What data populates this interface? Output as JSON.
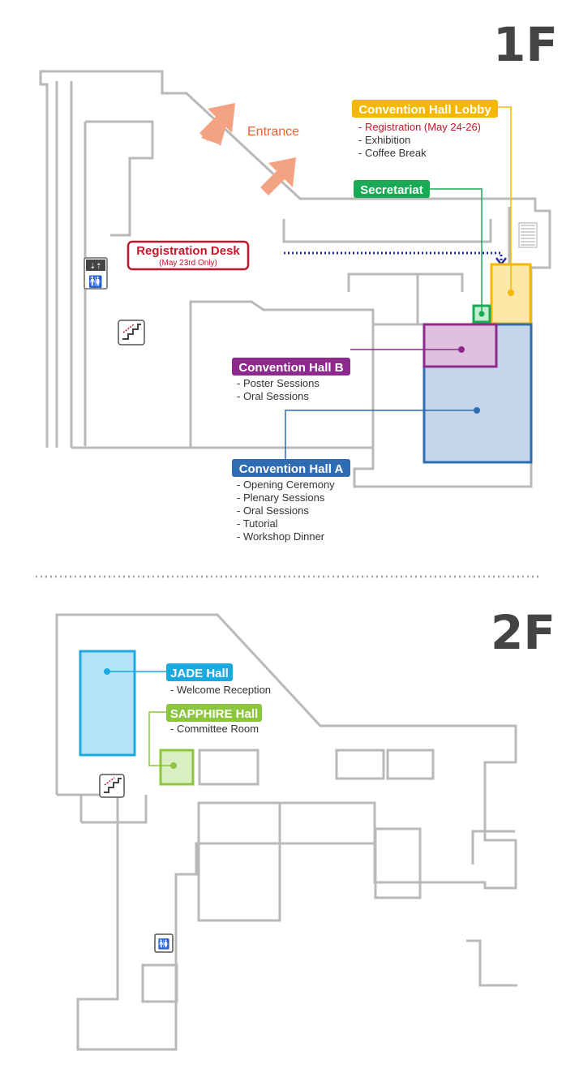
{
  "floor_1": {
    "title": "1F",
    "entrance": "Entrance",
    "registration_desk": {
      "title": "Registration Desk",
      "note": "(May 23rd Only)"
    },
    "lobby": {
      "title": "Convention Hall Lobby",
      "items": [
        "- Registration (May 24-26)",
        "- Exhibition",
        "- Coffee Break"
      ]
    },
    "secretariat": {
      "title": "Secretariat"
    },
    "hall_b": {
      "title": "Convention Hall B",
      "items": [
        "- Poster Sessions",
        "- Oral Sessions"
      ]
    },
    "hall_a": {
      "title": "Convention Hall A",
      "items": [
        "- Opening Ceremony",
        "- Plenary Sessions",
        "- Oral Sessions",
        "- Tutorial",
        "- Workshop Dinner"
      ]
    }
  },
  "floor_2": {
    "title": "2F",
    "jade": {
      "title": "JADE Hall",
      "items": [
        "- Welcome Reception"
      ]
    },
    "sapphire": {
      "title": "SAPPHIRE Hall",
      "items": [
        "- Committee Room"
      ]
    }
  },
  "colors": {
    "lobby": "#f5b800",
    "secretariat": "#1aaa55",
    "hall_b": "#8e2a8e",
    "hall_a": "#2e6db4",
    "registration": "#c0182c",
    "entrance": "#e8642c",
    "jade": "#1aa9e0",
    "sapphire": "#8cc63f",
    "walls": "#b9b9b9"
  },
  "icons": [
    "restroom-icon",
    "stairs-icon",
    "arrow-icon"
  ]
}
